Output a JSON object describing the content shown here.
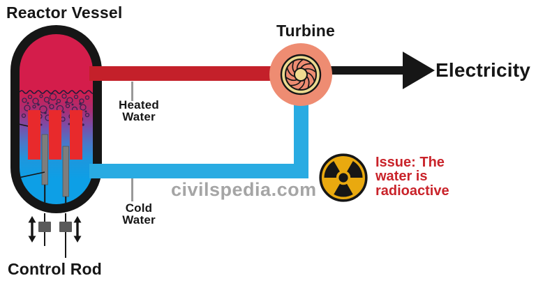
{
  "labels": {
    "reactor_vessel": "Reactor Vessel",
    "turbine": "Turbine",
    "electricity": "Electricity",
    "control_rod": "Control Rod",
    "heated_water": {
      "line1": "Heated",
      "line2": "Water"
    },
    "cold_water": {
      "line1": "Cold",
      "line2": "Water"
    }
  },
  "issue": {
    "line1": "Issue: The",
    "line2": "water is",
    "line3": "radioactive"
  },
  "watermark": "civilspedia.com",
  "icons": {
    "turbine": "turbine-fan-icon",
    "radiation": "radioactive-trefoil-icon",
    "control_rod_motion": "up-down-arrow-icon",
    "electricity": "right-arrow-icon"
  },
  "colors": {
    "ink": "#161616",
    "vessel_top": "#d41d4b",
    "vessel_bottom": "#0d9fe6",
    "hot_pipe": "#c4202a",
    "cold_pipe": "#29abe2",
    "fuel_rod": "#e82a2c",
    "control_rod_gray": "#7d7d7d",
    "turbine_body": "#ee8c72",
    "turbine_ring": "#ecd98f",
    "hazard_yellow": "#e9a90f",
    "issue_text": "#c9232a",
    "watermark": "#a5a5a5"
  }
}
